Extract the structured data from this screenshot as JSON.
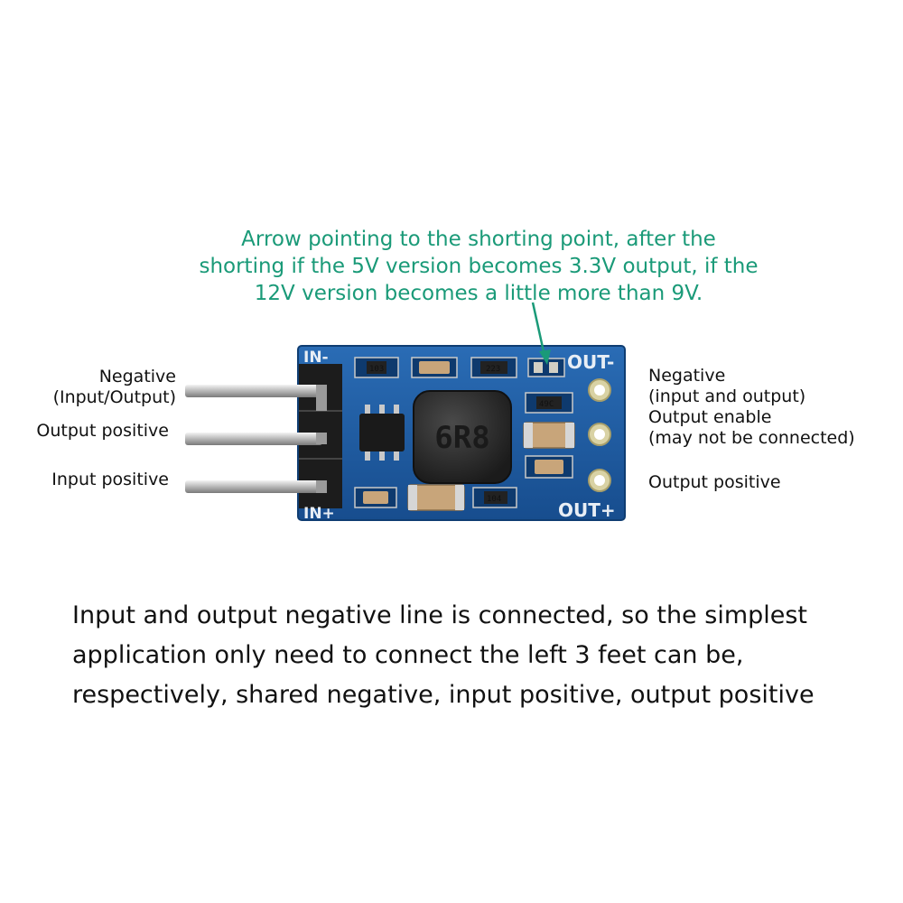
{
  "annotation": {
    "line1": "Arrow pointing to the shorting point, after the",
    "line2": "shorting if the 5V version becomes 3.3V output, if the",
    "line3": "12V version becomes a little more than 9V."
  },
  "left_labels": {
    "negative": "Negative",
    "negative_sub": "(Input/Output)",
    "output_positive": "Output positive",
    "input_positive": "Input positive"
  },
  "right_labels": {
    "negative": "Negative",
    "negative_sub": "(input and output)",
    "output_enable": "Output enable",
    "output_enable_sub": "(may not be connected)",
    "output_positive": "Output positive"
  },
  "board": {
    "silk_in_top": "IN-",
    "silk_in_bottom": "IN+",
    "silk_out_top": "OUT-",
    "silk_out_bottom": "OUT+",
    "inductor_marking": "6R8",
    "resistor_103": "103",
    "resistor_223": "223",
    "resistor_49c": "49C",
    "resistor_104": "104",
    "colors": {
      "pcb": "#1f5fa8",
      "inductor": "#2b2b2b",
      "annotation": "#1a9a78"
    }
  },
  "description": {
    "line1": "Input and output negative line is connected, so the simplest",
    "line2": "application only need to connect the left 3 feet can be,",
    "line3": "respectively, shared negative, input positive, output positive"
  }
}
